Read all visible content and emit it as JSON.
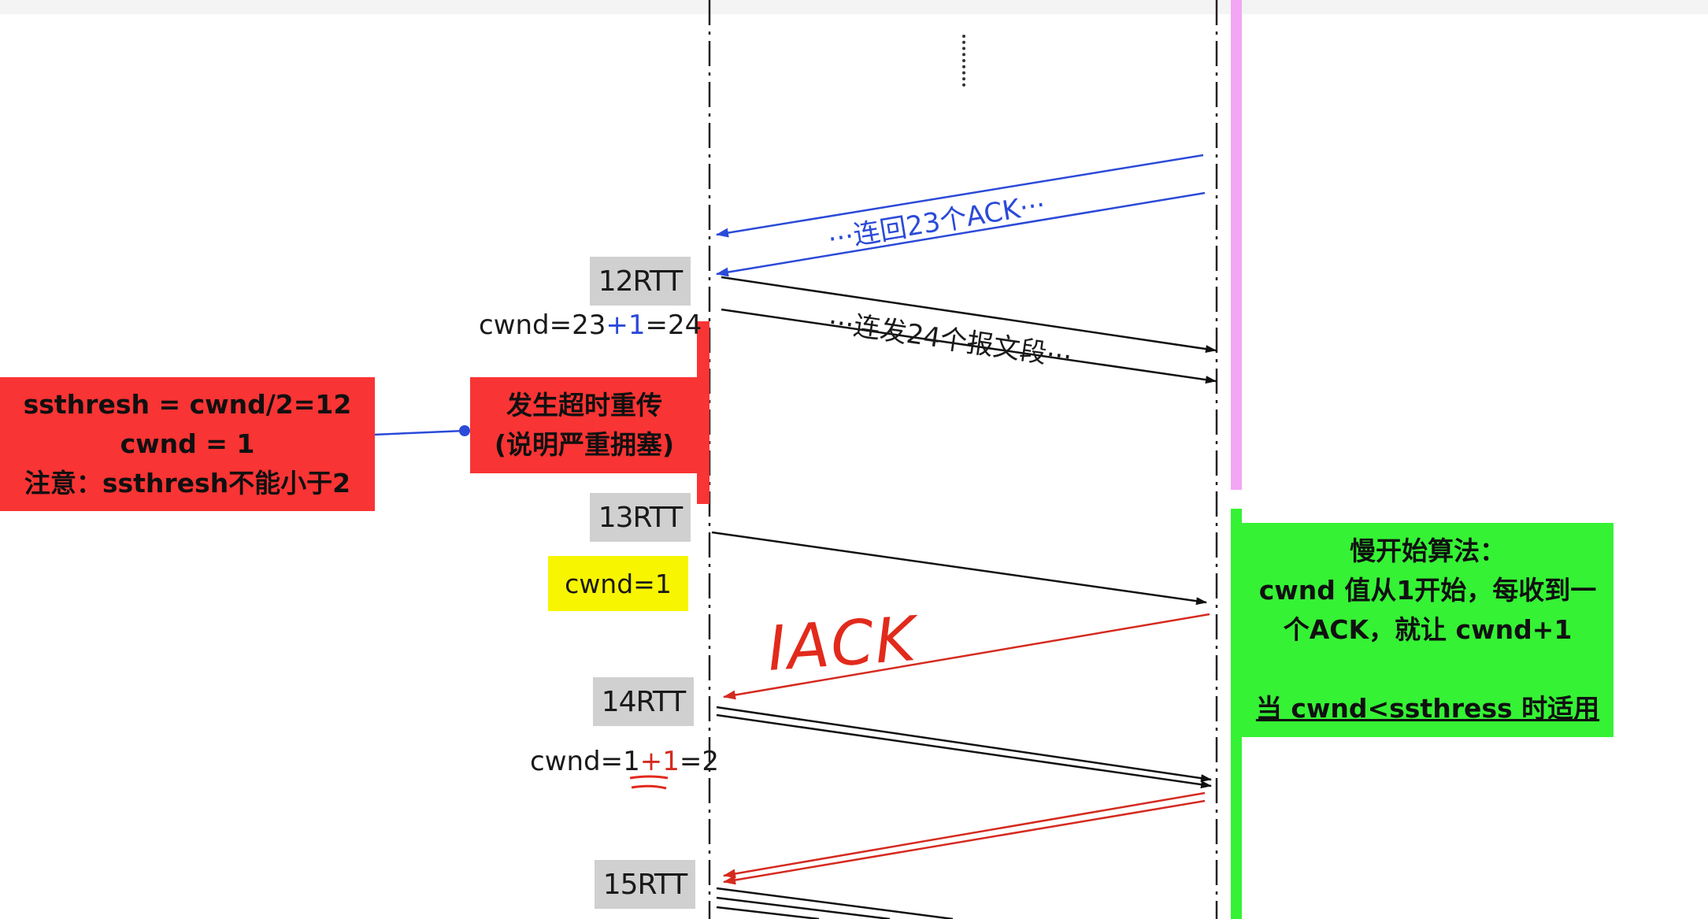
{
  "timeline": {
    "rtt_labels": [
      "12RTT",
      "13RTT",
      "14RTT",
      "15RTT"
    ]
  },
  "cwnd_labels": {
    "rtt12": {
      "prefix": "cwnd=23",
      "plus": "+1",
      "suffix": "=24"
    },
    "rtt13": "cwnd=1",
    "rtt14": {
      "prefix": "cwnd=1",
      "plus": "+1",
      "suffix": "=2"
    }
  },
  "arrow_labels": {
    "ack_batch": "···连回23个ACK···",
    "send_batch": "···连发24个报文段···",
    "handwritten_ack": "IACK"
  },
  "timeout_box": {
    "line1": "发生超时重传",
    "line2": "(说明严重拥塞)"
  },
  "threshold_box": {
    "line1": "ssthresh = cwnd/2=12",
    "line2": "cwnd = 1",
    "line3": "注意：ssthresh不能小于2"
  },
  "slow_start_box": {
    "line1": "慢开始算法：",
    "line2": "cwnd 值从1开始，每收到一",
    "line3": "个ACK，就让 cwnd+1",
    "line4": "当 cwnd<ssthress 时适用"
  },
  "colors": {
    "ack_arrow": "#2b4ad8",
    "red_arrow": "#d52a1f",
    "send_arrow": "#111111",
    "pink_bar": "#f3a6f3",
    "green_bar": "#35f235",
    "red_box": "#f93434",
    "yellow_box": "#f8f500",
    "rtt_box": "#d0d0d0"
  }
}
